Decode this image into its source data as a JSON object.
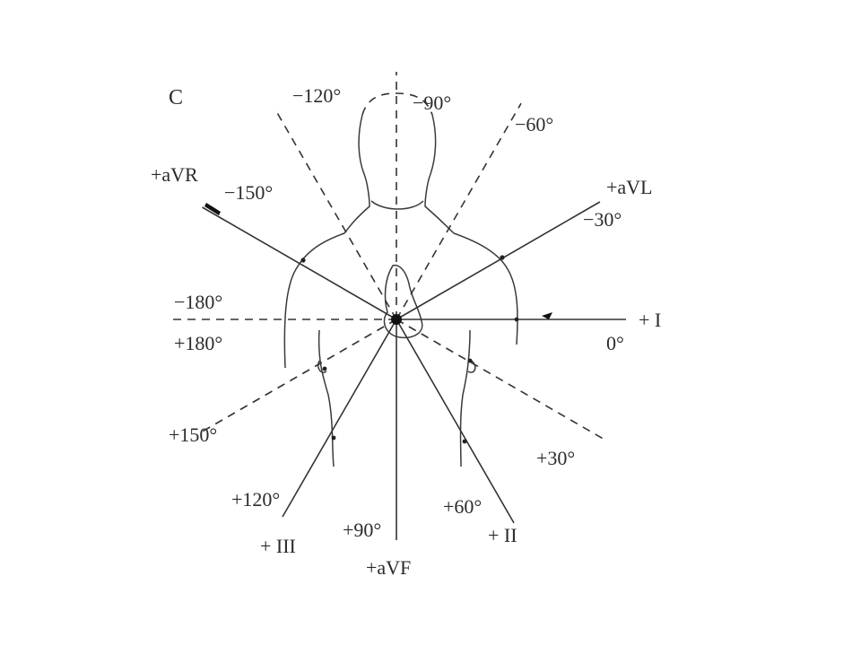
{
  "panel_label": "C",
  "leads": [
    {
      "name": "+aVR",
      "angle": -150
    },
    {
      "name": "+aVL",
      "angle": -30
    },
    {
      "name": "+ I",
      "angle": 0
    },
    {
      "name": "+ II",
      "angle": 60
    },
    {
      "name": "+aVF",
      "angle": 90
    },
    {
      "name": "+ III",
      "angle": 120
    }
  ],
  "dashed_axes": [
    -120,
    -90,
    -60,
    30,
    150,
    180
  ],
  "angle_labels": [
    {
      "text": "−120°"
    },
    {
      "text": "−90°"
    },
    {
      "text": "−60°"
    },
    {
      "text": "−150°"
    },
    {
      "text": "−30°"
    },
    {
      "text": "−180°"
    },
    {
      "text": "+180°"
    },
    {
      "text": "0°"
    },
    {
      "text": "+150°"
    },
    {
      "text": "+30°"
    },
    {
      "text": "+120°"
    },
    {
      "text": "+90°"
    },
    {
      "text": "+60°"
    }
  ]
}
